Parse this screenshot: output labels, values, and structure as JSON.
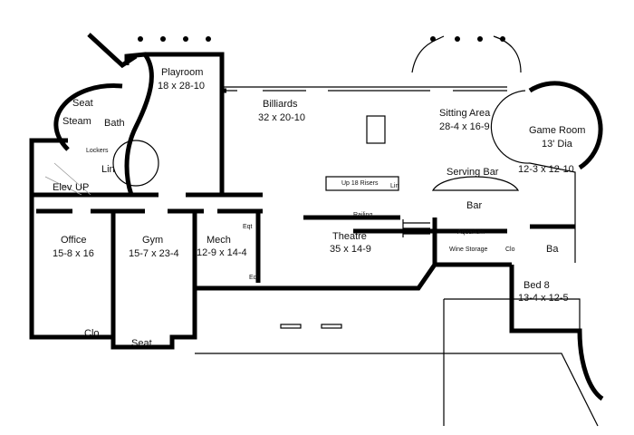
{
  "title": "Lower Level Floor Plan",
  "rooms": {
    "playroom": {
      "name": "Playroom",
      "size": "18 x 28-10"
    },
    "billiards": {
      "name": "Billiards",
      "size": "32 x 20-10"
    },
    "sitting": {
      "name": "Sitting Area",
      "size": "28-4 x 16-9"
    },
    "game": {
      "name": "Game Room",
      "size": "13' Dia",
      "size2": "12-3 x 12-10"
    },
    "seat_top": "Seat",
    "steam": "Steam",
    "bath": "Bath",
    "lockers": "Lockers",
    "lin1": "Lin",
    "elev": "Elev",
    "up": "UP",
    "serving_bar": "Serving Bar",
    "bar": "Bar",
    "stairs": "Up 18 Risers",
    "lin2": "Lin",
    "railing": "Railing",
    "theatre": {
      "name": "Theatre",
      "size": "35 x 14-9"
    },
    "aquarium": "Aquarium",
    "wine": "Wine Storage",
    "clo2": "Clo",
    "ba": "Ba",
    "bed8": {
      "name": "Bed 8",
      "size": "13-4 x 12-5"
    },
    "office": {
      "name": "Office",
      "size": "15-8 x 16"
    },
    "gym": {
      "name": "Gym",
      "size": "15-7 x 23-4"
    },
    "mech": {
      "name": "Mech",
      "size": "12-9 x 14-4"
    },
    "eqt1": "Eqt",
    "eqt2": "Eqt",
    "clo1": "Clo",
    "seat_bottom": "Seat"
  }
}
